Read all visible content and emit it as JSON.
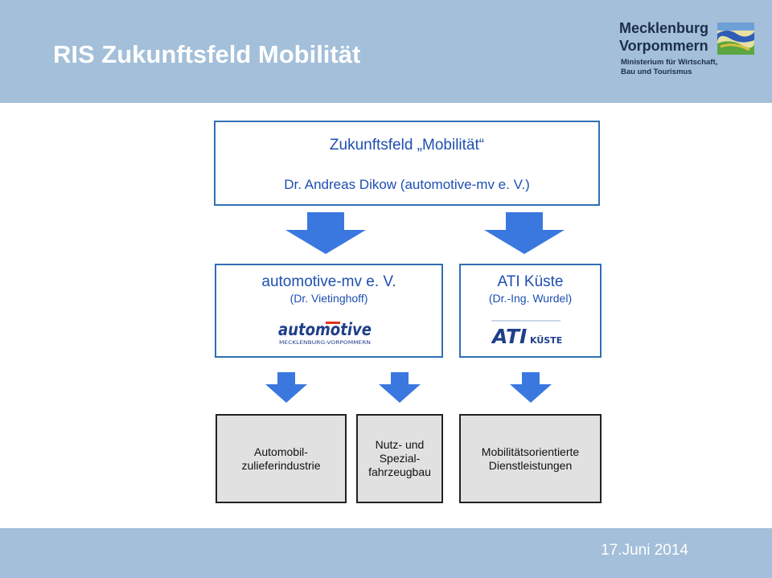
{
  "header": {
    "title": "RIS Zukunftsfeld Mobilität",
    "logo": {
      "line1": "Mecklenburg",
      "line2": "Vorpommern",
      "sub1": "Ministerium für Wirtschaft,",
      "sub2": "Bau und Tourismus"
    }
  },
  "top_box": {
    "title": "Zukunftsfeld „Mobilität“",
    "subtitle": "Dr. Andreas Dikow (automotive-mv e. V.)"
  },
  "left_box": {
    "title": "automotive-mv e. V.",
    "subtitle": "(Dr. Vietinghoff)",
    "logo_word": "automotive",
    "logo_sub": "MECKLENBURG-VORPOMMERN"
  },
  "right_box": {
    "title": "ATI Küste",
    "subtitle": "(Dr.-Ing. Wurdel)",
    "logo_word": "ATI",
    "logo_sub": "KÜSTE"
  },
  "fields": [
    {
      "line1": "Automobil-",
      "line2": "zulieferindustrie",
      "line3": ""
    },
    {
      "line1": "Nutz- und",
      "line2": "Spezial-",
      "line3": "fahrzeugbau"
    },
    {
      "line1": "Mobilitätsorientierte",
      "line2": "Dienstleistungen",
      "line3": ""
    }
  ],
  "footer": {
    "date": "17.Juni 2014"
  },
  "colors": {
    "header_bg": "#a3bfd9",
    "box_border": "#2f6fb5",
    "text_blue": "#1d4fb0",
    "arrow_blue": "#3a78e0",
    "field_bg": "#e1e1e1"
  }
}
